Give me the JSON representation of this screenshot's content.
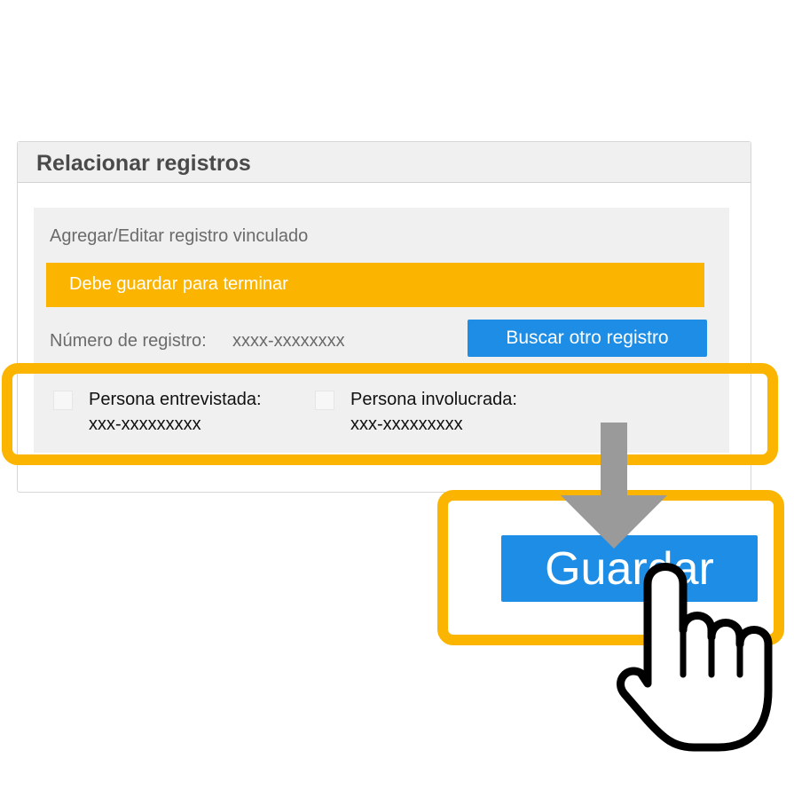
{
  "card": {
    "title": "Relacionar registros"
  },
  "panel": {
    "subtitle": "Agregar/Editar registro vinculado",
    "warning": "Debe guardar para terminar",
    "registration_label": "Número de registro:",
    "registration_value": "xxxx-xxxxxxxx",
    "search_button": "Buscar otro registro",
    "checks": [
      {
        "label": "Persona entrevistada:",
        "value": "xxx-xxxxxxxxx",
        "checked": false
      },
      {
        "label": "Persona involucrada:",
        "value": "xxx-xxxxxxxxx",
        "checked": false
      }
    ]
  },
  "save_button": "Guardar",
  "colors": {
    "accent_blue": "#1e8de6",
    "highlight_orange": "#fbb500",
    "panel_gray": "#f0f0f0",
    "arrow_gray": "#9a9a9a"
  },
  "icons": {
    "arrow": "arrow-down-icon",
    "pointer": "hand-pointer-icon"
  }
}
